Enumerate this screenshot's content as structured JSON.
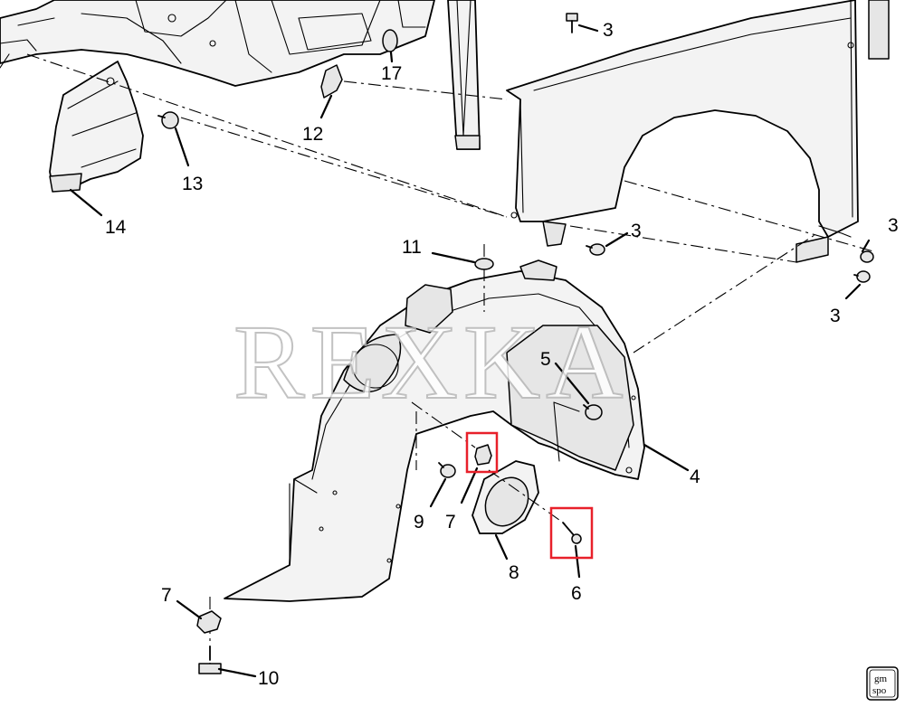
{
  "watermark": "REXKA",
  "logo": {
    "line1": "gm",
    "line2": "spo"
  },
  "callouts": {
    "c3a": "3",
    "c17": "17",
    "c12": "12",
    "c13": "13",
    "c14": "14",
    "c3b": "3",
    "c3c": "3",
    "c3d": "3",
    "c11": "11",
    "c5": "5",
    "c4": "4",
    "c9": "9",
    "c7a": "7",
    "c8": "8",
    "c6": "6",
    "c7b": "7",
    "c10": "10"
  },
  "highlights": [
    {
      "part": "7",
      "color": "#e8202a"
    },
    {
      "part": "6",
      "color": "#e8202a"
    }
  ]
}
